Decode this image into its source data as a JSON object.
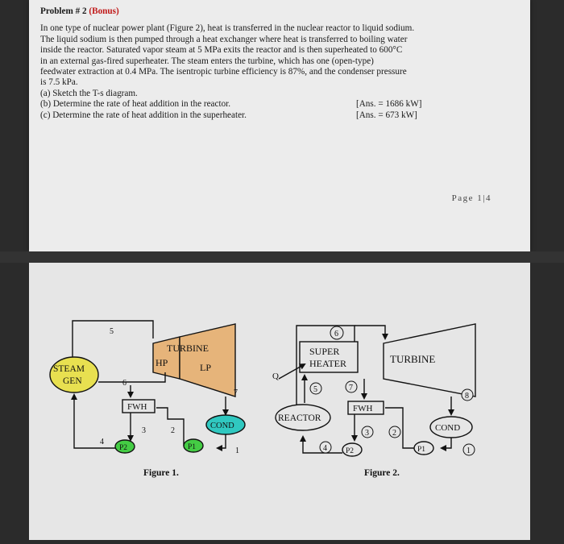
{
  "problem": {
    "title_main": "Problem # 2",
    "title_bonus": "(Bonus)",
    "lines": [
      "In one type of nuclear power plant (Figure 2), heat is transferred in the nuclear reactor to liquid sodium.",
      "The liquid sodium is then pumped through a heat exchanger where heat is transferred to boiling water",
      "inside the reactor. Saturated vapor steam at 5 MPa exits the reactor and is then superheated to 600°C",
      "in an external gas-fired superheater. The steam enters the turbine, which has one (open-type)",
      "feedwater extraction at 0.4 MPa. The isentropic turbine efficiency is 87%, and the condenser pressure",
      "is 7.5 kPa."
    ],
    "questions": [
      {
        "text": "(a) Sketch the T-s diagram.",
        "ans": ""
      },
      {
        "text": "(b) Determine the rate of heat addition in the reactor.",
        "ans": "[Ans. = 1686 kW]"
      },
      {
        "text": "(c) Determine the rate of heat addition in the superheater.",
        "ans": "[Ans. = 673 kW]"
      }
    ],
    "page_num": "Page 1|4"
  },
  "figure1": {
    "caption": "Figure 1.",
    "turbine": "TURBINE",
    "hp": "HP",
    "lp": "LP",
    "steam": "STEAM",
    "gen": "GEN",
    "fwh": "FWH",
    "cond": "COND",
    "p1": "P1",
    "p2": "P2",
    "states": [
      "1",
      "2",
      "3",
      "4",
      "5",
      "6",
      "7"
    ]
  },
  "figure2": {
    "caption": "Figure 2.",
    "super": "SUPER",
    "heater": "HEATER",
    "turbine": "TURBINE",
    "reactor": "REACTOR",
    "fwh": "FWH",
    "cond": "COND",
    "p1": "P1",
    "p2": "P2",
    "q": "Q",
    "states": [
      "1",
      "2",
      "3",
      "4",
      "5",
      "6",
      "7",
      "8"
    ]
  },
  "colors": {
    "turbine": "#e6b47a",
    "steam_gen": "#e8e050",
    "cond": "#30c8c0",
    "pump": "#44cc44"
  }
}
